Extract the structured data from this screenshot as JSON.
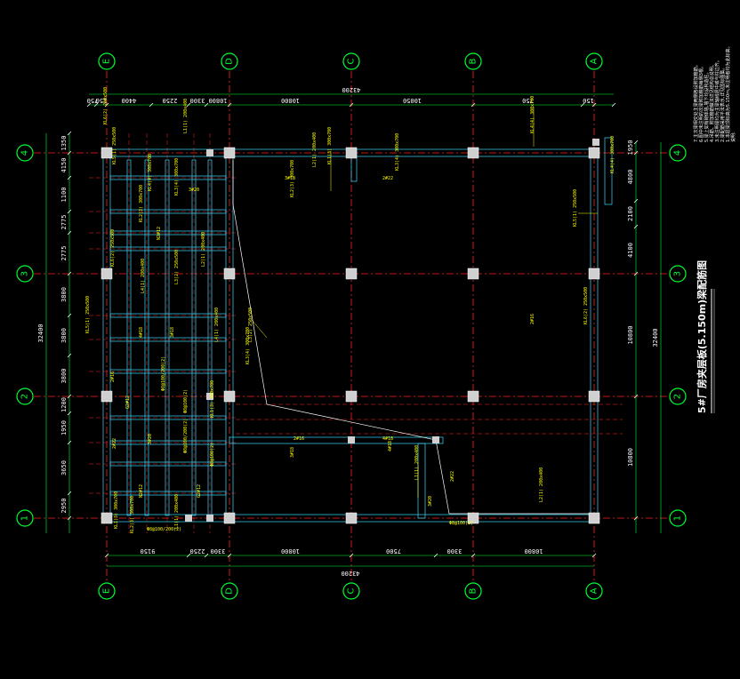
{
  "drawing": {
    "title": "5#厂房夹层板(5.150m)梁配筋图",
    "notes": [
      "说明:",
      "1.本层梁顶标高为5.150m,未注明者均为此标高。",
      "2.梁配筋采用平法表示,详见国标图集。",
      "3.未注明梁均为主梁轴线居中或与柱边齐。",
      "4.吊筋、附加箍筋做法详见结构总说明。",
      "5.梁上如有砌体墙,墙下均设构造柱。",
      "6.图中未注明的次梁附加箍筋每侧3根。",
      "7.主次梁相交处主梁两侧各设附加箍筋。"
    ],
    "colors": {
      "axis_bubble": "#00ff33",
      "grid_line": "#ff2020",
      "beam": "#3ad9ff",
      "annotation": "#ffff00",
      "dimension": "#ffffff",
      "column": "#d0d0d0"
    }
  },
  "axes": {
    "columns": [
      "E",
      "D",
      "C",
      "B",
      "A"
    ],
    "rows": [
      "4",
      "3",
      "2",
      "1"
    ]
  },
  "dimensions": {
    "top_total": "43200",
    "top_segments": [
      "750",
      "150",
      "4400",
      "2250",
      "3300",
      "10800",
      "10800",
      "10050",
      "750",
      "150"
    ],
    "bottom_total": "43200",
    "bottom_segments": [
      "9150",
      "2250",
      "3300",
      "10800",
      "7500",
      "3300",
      "10800"
    ],
    "left_total": "32400",
    "left_segments": [
      "1350",
      "4150",
      "1100",
      "2775",
      "2775",
      "3800",
      "3800",
      "3800",
      "1200",
      "1950",
      "3650",
      "2950"
    ],
    "right_total": "32400",
    "right_segments": [
      "1950",
      "4800",
      "2100",
      "4100",
      "10800",
      "10800"
    ]
  },
  "beam_labels": [
    "KL1(3) 300x700",
    "KL2(3) 300x700",
    "KL3(4) 300x700",
    "KL4(4) 300x700",
    "KL5(1) 250x500",
    "KL6(2) 250x500",
    "L1(1) 200x400",
    "L2(1) 200x400",
    "L3(2) 250x500",
    "L4(1) 200x400",
    "3#18",
    "4#18",
    "2#16",
    "2#22",
    "3#20",
    "Φ8@100/200(2)",
    "Φ8@100(2)",
    "G2#12",
    "N2#12"
  ]
}
